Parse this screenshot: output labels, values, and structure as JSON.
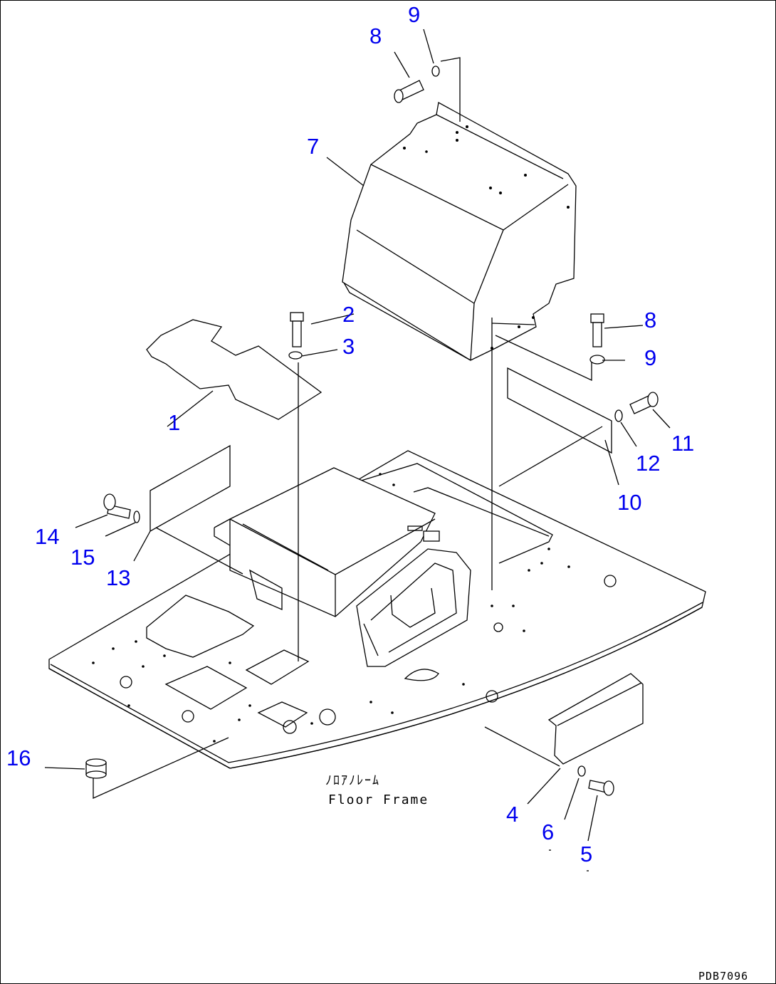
{
  "diagram": {
    "callouts": [
      {
        "label": "1"
      },
      {
        "label": "2"
      },
      {
        "label": "3"
      },
      {
        "label": "4"
      },
      {
        "label": "5"
      },
      {
        "label": "6"
      },
      {
        "label": "7"
      },
      {
        "label": "8"
      },
      {
        "label": "8"
      },
      {
        "label": "9"
      },
      {
        "label": "9"
      },
      {
        "label": "10"
      },
      {
        "label": "11"
      },
      {
        "label": "12"
      },
      {
        "label": "13"
      },
      {
        "label": "14"
      },
      {
        "label": "15"
      },
      {
        "label": "16"
      }
    ],
    "caption_jp": "ﾉﾛｱﾉﾚｰﾑ",
    "caption_en": "Floor Frame",
    "drawing_code": "PDB7096",
    "callout_color": "#0000ee",
    "line_color": "#000000"
  }
}
